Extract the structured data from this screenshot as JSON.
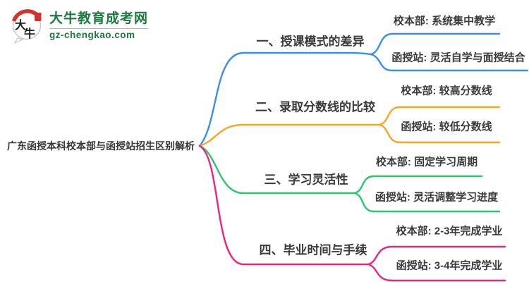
{
  "logo": {
    "mark_char1": "大",
    "mark_char2": "牛",
    "site_name": "大牛教育成考网",
    "site_url": "gz-chengkao.com",
    "brand_green": "#1b7a3d",
    "brand_red": "#d0342c"
  },
  "mindmap": {
    "root": {
      "label": "广东函授本科校本部与函授站招生区别解析"
    },
    "branches": [
      {
        "label": "一、授课模式的差异",
        "color": "#3a8fe8",
        "children": [
          {
            "label": "校本部: 系统集中教学"
          },
          {
            "label": "函授站: 灵活自学与面授结合"
          }
        ]
      },
      {
        "label": "二、录取分数线的比较",
        "color": "#f5a623",
        "children": [
          {
            "label": "校本部: 较高分数线"
          },
          {
            "label": "函授站: 较低分数线"
          }
        ]
      },
      {
        "label": "三、学习灵活性",
        "color": "#2bc56d",
        "children": [
          {
            "label": "校本部: 固定学习周期"
          },
          {
            "label": "函授站: 灵活调整学习进度"
          }
        ]
      },
      {
        "label": "四、毕业时间与手续",
        "color": "#ef237b",
        "children": [
          {
            "label": "校本部: 2-3年完成学业"
          },
          {
            "label": "函授站: 3-4年完成学业"
          }
        ]
      }
    ]
  }
}
